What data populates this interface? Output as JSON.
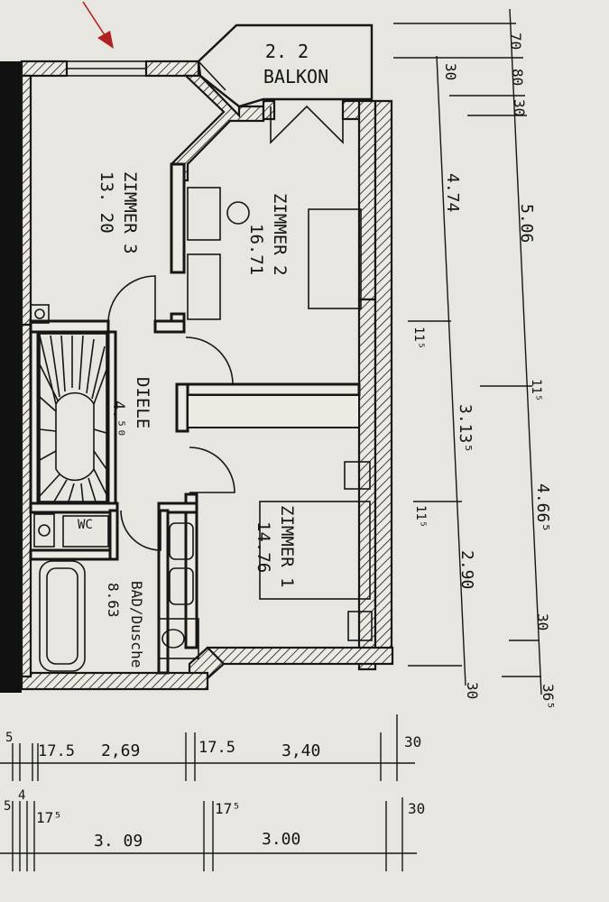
{
  "rooms": {
    "balkon": {
      "number": "2. 2",
      "name": "BALKON"
    },
    "zimmer3": {
      "name": "ZIMMER 3",
      "area": "13. 20"
    },
    "zimmer2": {
      "name": "ZIMMER 2",
      "area": "16.71"
    },
    "diele": {
      "name": "DIELE",
      "area": "4.⁵⁰"
    },
    "zimmer1": {
      "name": "ZIMMER 1",
      "area": "14.76"
    },
    "bad": {
      "name": "BAD/Dusche",
      "area": "8.63"
    },
    "wc": {
      "name": "WC"
    }
  },
  "dimensions": {
    "right_outer": {
      "d70": "70",
      "d80": "80",
      "d30a": "30",
      "d506": "5.06",
      "d115": "11⁵",
      "d465": "4.66⁵",
      "d30b": "30",
      "d365": "36⁵"
    },
    "right_inner": {
      "d30": "30",
      "d474": "4.74",
      "d115a": "11⁵",
      "d3135": "3.13⁵",
      "d115b": "11⁵",
      "d290": "2.90",
      "d30b": "30"
    },
    "bottom_row1": {
      "d5": "5",
      "d175a": "17.5",
      "d269": "2,69",
      "d175b": "17.5",
      "d340": "3,40",
      "d30": "30"
    },
    "bottom_row2": {
      "d5": "5",
      "d4": "4",
      "d175a": "17⁵",
      "d309": "3. 09",
      "d175b": "17⁵",
      "d300": "3.00",
      "d30": "30"
    }
  },
  "colors": {
    "paper": "#e7e6e0",
    "ink": "#161616",
    "arrow": "#b0201e"
  }
}
